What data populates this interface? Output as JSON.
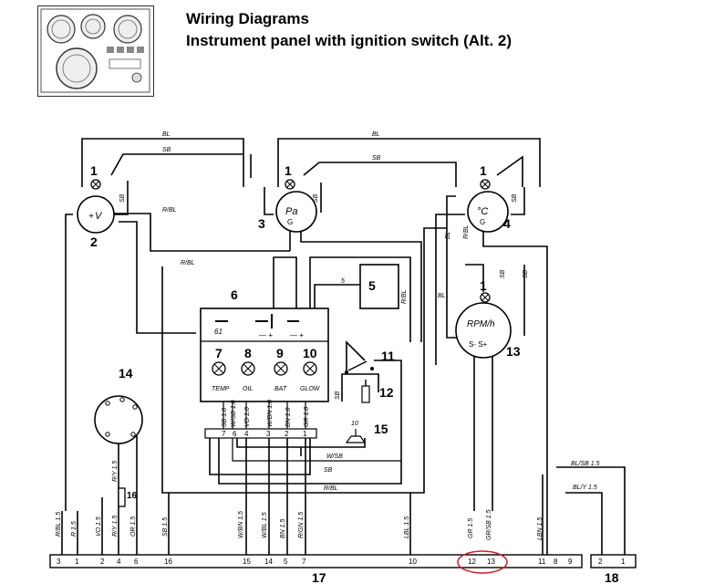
{
  "header": {
    "title": "Wiring Diagrams",
    "subtitle": "Instrument panel with ignition switch (Alt. 2)"
  },
  "components": {
    "n1a": "1",
    "n1b": "1",
    "n1c": "1",
    "n1d": "1",
    "n2": "2",
    "n3": "3",
    "n4": "4",
    "n5": "5",
    "n6": "6",
    "n11": "11",
    "n12": "12",
    "n13": "13",
    "n14": "14",
    "n15": "15",
    "n16": "16",
    "n17": "17",
    "n18": "18"
  },
  "gauges": {
    "volt": "V",
    "oil_pressure": "Pa",
    "temp": "°C",
    "rpm": "RPM/h",
    "rpm_terms": "S- S+",
    "g": "G"
  },
  "warning_panel": {
    "left_label": "61",
    "lamps": [
      {
        "number": "7",
        "label": "TEMP"
      },
      {
        "number": "8",
        "label": "OIL"
      },
      {
        "number": "9",
        "label": "BAT"
      },
      {
        "number": "10",
        "label": "GLOW"
      }
    ],
    "wires": [
      "SB 1.0",
      "W/SB 1.0",
      "VO 1.0",
      "W/BN 1.0",
      "BN 1.0",
      "GR 1.0"
    ]
  },
  "wire_labels": {
    "bl_top": "BL",
    "sb_top": "SB",
    "bl_top2": "BL",
    "sb_top2": "SB",
    "sb_v": "SB",
    "sb_pa": "SB",
    "sb_temp": "SB",
    "rbl_1": "R/BL",
    "rbl_2": "R/BL",
    "rbl_3": "R/BL",
    "rbl_4": "R/BL",
    "bl_4": "BL",
    "rbl_5": "R/BL",
    "bl_rpm": "BL",
    "sb_rpm": "SB",
    "sb_right": "SB",
    "sb_12": "SB",
    "wsb": "W/SB",
    "sb_bottom": "SB",
    "rbl_bottom": "R/BL",
    "w5": "5",
    "blsb15": "BL/SB 1.5",
    "bly15": "BL/Y 1.5",
    "s15_10": "10"
  },
  "bottom_wires": [
    "R/BL 1.5",
    "R 1.5",
    "VO 1.5",
    "R/Y 1.5",
    "OR 1.5",
    "SB 1.5",
    "W/BN 1.5",
    "W/BL 1.5",
    "BN 1.5",
    "R/GN 1.5",
    "LBL 1.5",
    "GR 1.5",
    "GR/SB 1.5",
    "LBN 1.5"
  ],
  "switch14_wire": "R/Y 1.5",
  "connector17": {
    "terminals": [
      "3",
      "1",
      "2",
      "4",
      "6",
      "16",
      "15",
      "14",
      "5",
      "7",
      "10",
      "12",
      "13",
      "11",
      "8",
      "9"
    ]
  },
  "connector18": {
    "terminals": [
      "2",
      "1"
    ]
  }
}
